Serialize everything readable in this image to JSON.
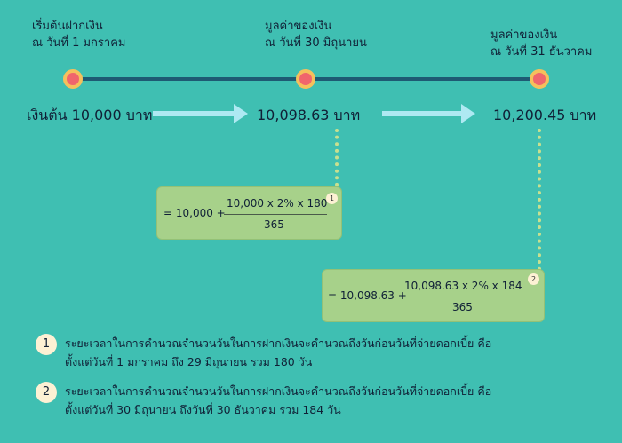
{
  "milestones": [
    {
      "line1": "เริ่มต้นฝากเงิน",
      "line2": "ณ วันที่ 1 มกราคม",
      "amount": "เงินต้น 10,000 บาท"
    },
    {
      "line1": "มูลค่าของเงิน",
      "line2": "ณ วันที่ 30 มิถุนายน",
      "amount": "10,098.63 บาท"
    },
    {
      "line1": "มูลค่าของเงิน",
      "line2": "ณ วันที่ 31 ธันวาคม",
      "amount": "10,200.45 บาท"
    }
  ],
  "formulas": [
    {
      "lhs": "= 10,000 +",
      "numerator": "10,000 x 2% x 180",
      "denominator": "365",
      "badge": "1"
    },
    {
      "lhs": "= 10,098.63 +",
      "numerator": "10,098.63 x 2% x 184",
      "denominator": "365",
      "badge": "2"
    }
  ],
  "notes": [
    {
      "badge": "1",
      "line1": "ระยะเวลาในการคำนวณจำนวนวันในการฝากเงินจะคำนวณถึงวันก่อนวันที่จ่ายดอกเบี้ย คือ",
      "line2": "ตั้งแต่วันที่ 1 มกราคม ถึง 29 มิถุนายน รวม 180 วัน"
    },
    {
      "badge": "2",
      "line1": "ระยะเวลาในการคำนวณจำนวนวันในการฝากเงินจะคำนวณถึงวันก่อนวันที่จ่ายดอกเบี้ย คือ",
      "line2": "ตั้งแต่วันที่ 30 มิถุนายน ถึงวันที่ 30 ธันวาคม รวม 184 วัน"
    }
  ],
  "colors": {
    "background": "#3fbfb2",
    "timeline": "#1e5a73",
    "dot_fill": "#f0656c",
    "dot_ring": "#f5c05c",
    "arrow": "#aee9f2",
    "formula_box": "#a7d18a"
  }
}
